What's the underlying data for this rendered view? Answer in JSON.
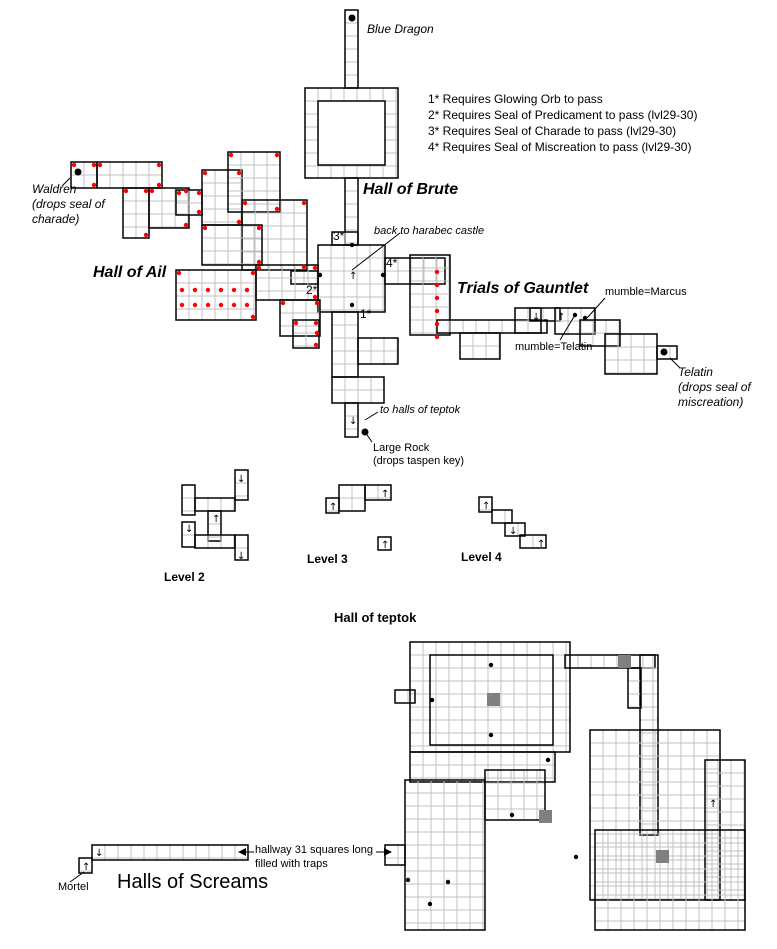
{
  "title_labels": {
    "hall_of_brute": "Hall of Brute",
    "hall_of_ail": "Hall of Ail",
    "trials_of_gauntlet": "Trials of Gauntlet",
    "hall_of_teptok": "Hall of teptok",
    "halls_of_screams": "Halls of Screams"
  },
  "legend": [
    "1* Requires Glowing Orb to pass",
    "2* Requires Seal of Predicament to pass (lvl29-30)",
    "3* Requires Seal of Charade to pass (lvl29-30)",
    "4* Requires Seal of Miscreation to pass (lvl29-30)"
  ],
  "door_markers": [
    "1*",
    "2*",
    "3*",
    "4*"
  ],
  "annotations": {
    "blue_dragon": "Blue Dragon",
    "waldren": [
      "Waldren",
      "(drops seal of",
      "charade)"
    ],
    "back_to_castle": "back to harabec castle",
    "to_teptok": "to halls of teptok",
    "large_rock": [
      "Large Rock",
      "(drops taspen key)"
    ],
    "mumble_marcus": "mumble=Marcus",
    "mumble_telatin": "mumble=Telatin",
    "telatin": [
      "Telatin",
      "(drops seal of",
      "miscreation)"
    ],
    "hallway": [
      "hallway 31 squares long",
      "filled with traps"
    ],
    "mortel": "Mortel"
  },
  "levels": [
    "Level 2",
    "Level 3",
    "Level 4"
  ],
  "colors": {
    "wall": "#000000",
    "grid": "#c0c0c0",
    "trap": "#ff0000",
    "block": "#808080"
  }
}
